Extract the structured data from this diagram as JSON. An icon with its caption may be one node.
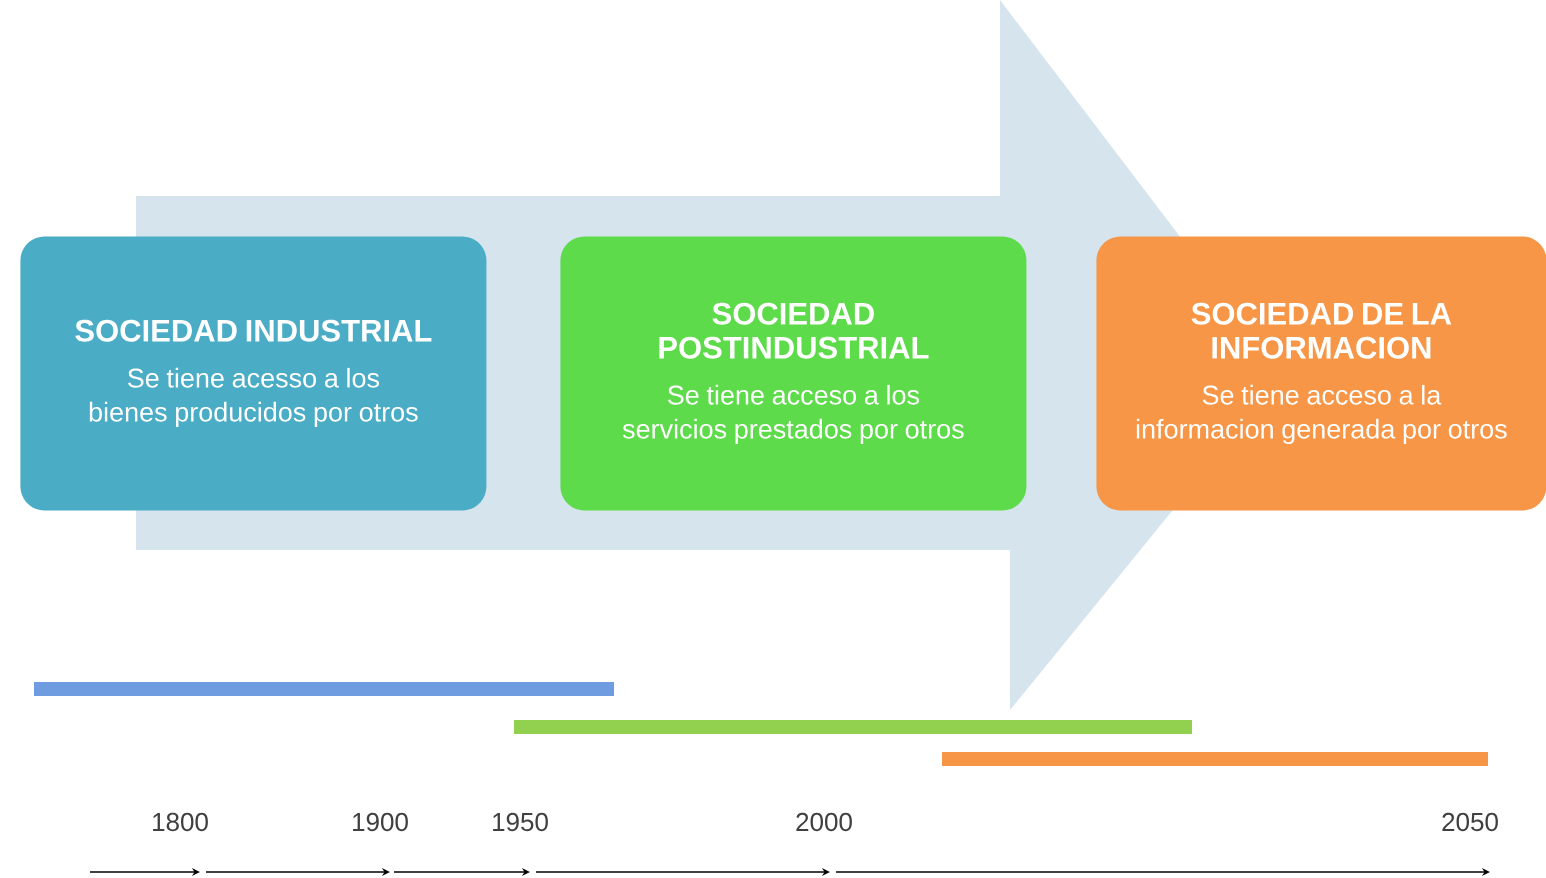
{
  "diagram": {
    "nodes": [
      {
        "text": [
          "SOCIEDAD INDUSTRIAL",
          "Se tiene acesso a los bienes producidos por otros"
        ]
      },
      {
        "text": [
          "SOCIEDAD POSTINDUSTRIAL",
          "Se tiene acceso a los servicios prestados por otros"
        ]
      },
      {
        "text": [
          "SOCIEDAD DE LA INFORMACION",
          "Se tiene acceso a la informacion generada por otros"
        ]
      }
    ],
    "edges": [
      {
        "from": 0,
        "to": 2,
        "arrow": "to"
      }
    ],
    "labels": [
      "1800",
      "1900",
      "1950",
      "2000",
      "2050"
    ]
  }
}
